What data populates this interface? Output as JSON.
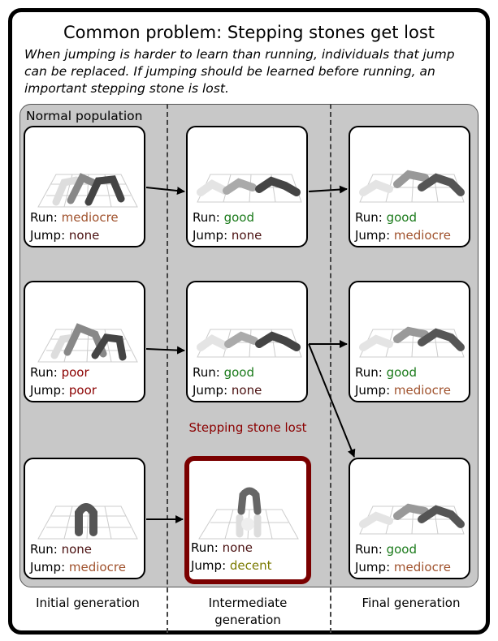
{
  "title": "Common problem: Stepping stones get lost",
  "subtitle": "When jumping is harder to learn than running, individuals that jump can be replaced. If jumping should be learned before running, an important stepping stone is lost.",
  "population_label": "Normal population",
  "lost_label": "Stepping stone lost",
  "run_prefix": "Run:",
  "jump_prefix": "Jump:",
  "generations": [
    "Initial generation",
    "Intermediate generation",
    "Final generation"
  ],
  "colors": {
    "good": "#1a7a1a",
    "mediocre": "#a0522d",
    "poor": "#8b0000",
    "none": "#4a1010",
    "decent": "#7a7a00",
    "lost_border": "#7a0000",
    "population_bg": "#c8c8c8"
  },
  "cards": [
    {
      "id": "c1",
      "run": "mediocre",
      "jump": "none"
    },
    {
      "id": "c2",
      "run": "good",
      "jump": "none"
    },
    {
      "id": "c3",
      "run": "good",
      "jump": "mediocre"
    },
    {
      "id": "c4",
      "run": "poor",
      "jump": "poor"
    },
    {
      "id": "c5",
      "run": "good",
      "jump": "none"
    },
    {
      "id": "c6",
      "run": "good",
      "jump": "mediocre"
    },
    {
      "id": "c7",
      "run": "none",
      "jump": "mediocre"
    },
    {
      "id": "c8",
      "run": "none",
      "jump": "decent"
    },
    {
      "id": "c9",
      "run": "good",
      "jump": "mediocre"
    }
  ]
}
